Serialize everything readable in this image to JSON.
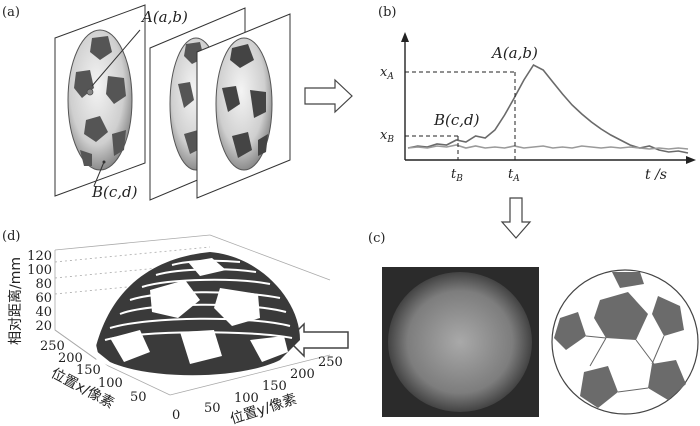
{
  "panels": {
    "a": {
      "label": "(a)",
      "point_A": "A(a,b)",
      "point_B": "B(c,d)"
    },
    "b": {
      "label": "(b)",
      "point_A": "A(a,b)",
      "point_B": "B(c,d)",
      "y_tick_A": "xA",
      "y_tick_B": "xB",
      "x_tick_B": "tB",
      "x_tick_A": "tA",
      "x_axis_label": "t /s"
    },
    "c": {
      "label": "(c)"
    },
    "d": {
      "label": "(d)",
      "z_label": "相对距离/mm",
      "z_ticks": [
        "120",
        "100",
        "80",
        "60",
        "40",
        "20"
      ],
      "x_label": "位置x/像素",
      "x_ticks": [
        "250",
        "200",
        "150",
        "100",
        "50",
        "0"
      ],
      "y_label": "位置y/像素",
      "y_ticks": [
        "50",
        "100",
        "150",
        "200",
        "250"
      ]
    }
  },
  "chart_data": [
    {
      "type": "line",
      "series": [
        {
          "values": [
            0.12,
            0.14,
            0.13,
            0.16,
            0.15,
            0.2,
            0.18,
            0.24,
            0.22,
            0.3,
            0.45,
            0.62,
            0.8,
            0.95,
            0.9,
            0.78,
            0.66,
            0.55,
            0.46,
            0.38,
            0.31,
            0.25,
            0.2,
            0.15,
            0.12,
            0.14,
            0.1,
            0.08,
            0.09,
            0.07
          ]
        },
        {
          "values": [
            0.12,
            0.13,
            0.12,
            0.14,
            0.13,
            0.15,
            0.12,
            0.14,
            0.12,
            0.13,
            0.12,
            0.14,
            0.12,
            0.13,
            0.14,
            0.12,
            0.13,
            0.12,
            0.14,
            0.13,
            0.12,
            0.13,
            0.12,
            0.13,
            0.12,
            0.11,
            0.12,
            0.11,
            0.12,
            0.11
          ]
        }
      ]
    }
  ]
}
